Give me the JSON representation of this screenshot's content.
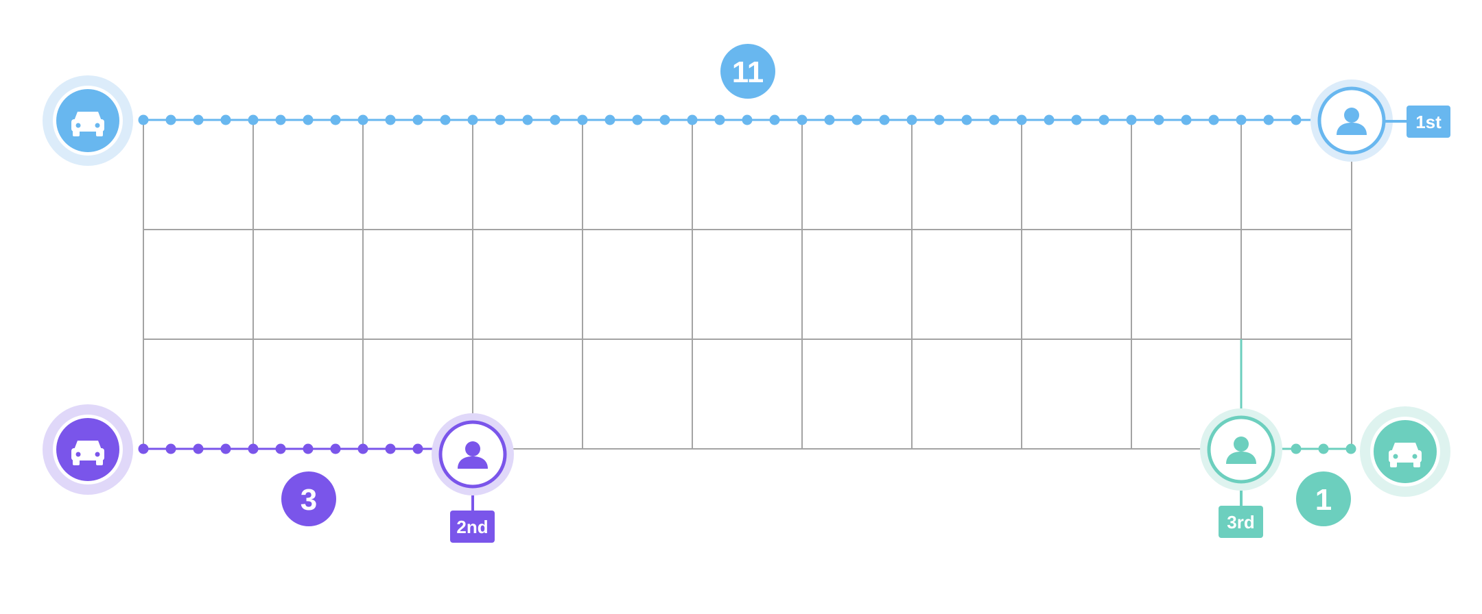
{
  "grid": {
    "columns": 11,
    "rows": 3,
    "line_color": "#a3a3a3"
  },
  "routes": [
    {
      "id": "blue",
      "color": "#68b7ef",
      "halo_color": "#dcecfa",
      "distance": "11",
      "rank": "1st",
      "car_icon": "car-icon",
      "person_icon": "person-icon"
    },
    {
      "id": "purple",
      "color": "#7a55ea",
      "halo_color": "#e0d8f9",
      "distance": "3",
      "rank": "2nd",
      "car_icon": "car-icon",
      "person_icon": "person-icon"
    },
    {
      "id": "teal",
      "color": "#6ccfbe",
      "halo_color": "#def3ef",
      "distance": "1",
      "rank": "3rd",
      "car_icon": "car-icon",
      "person_icon": "person-icon"
    }
  ]
}
